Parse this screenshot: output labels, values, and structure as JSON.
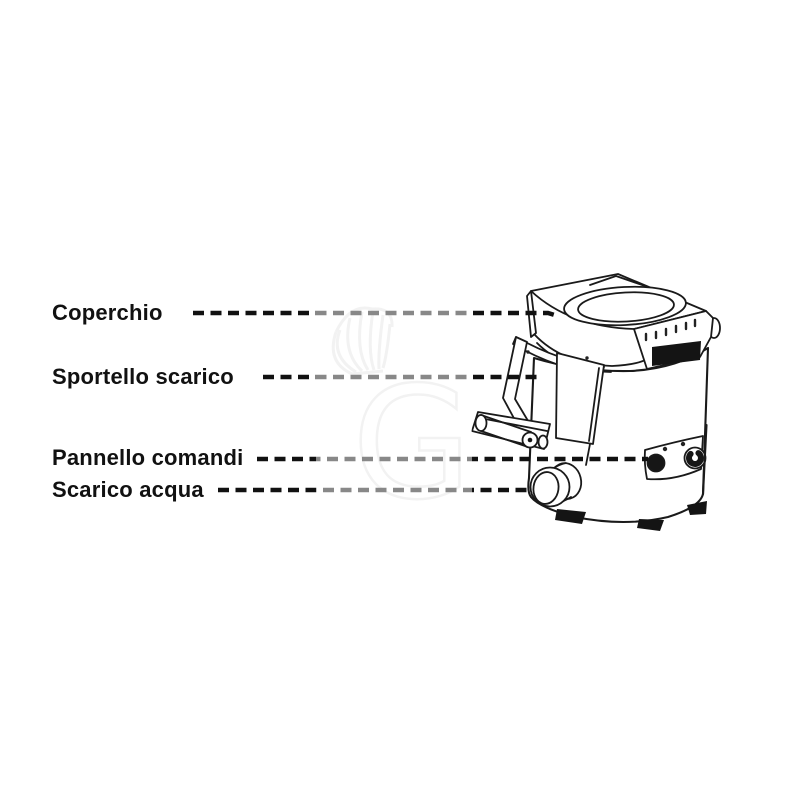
{
  "diagram": {
    "illustration": "potato-peeler-machine-line-drawing",
    "labels": [
      {
        "text": "Coperchio",
        "target": "lid"
      },
      {
        "text": "Sportello scarico",
        "target": "discharge-door"
      },
      {
        "text": "Pannello comandi",
        "target": "control-panel"
      },
      {
        "text": "Scarico acqua",
        "target": "water-drain-spout"
      }
    ],
    "watermark": {
      "letter": "G",
      "icon": "chef-hat"
    },
    "colors": {
      "line": "#1a1a1a",
      "label_text": "#111111",
      "leader_dash": "#111111",
      "watermark": "#e8e8e8",
      "background": "#ffffff"
    }
  }
}
